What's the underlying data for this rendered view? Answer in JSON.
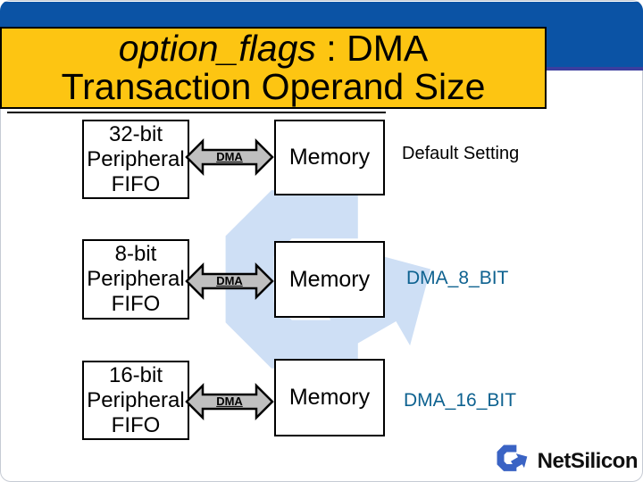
{
  "title": {
    "keyword": "option_flags",
    "suffix": " : DMA",
    "line2": "Transaction Operand Size"
  },
  "rows": [
    {
      "source_box": "32-bit Peripheral FIFO",
      "arrow_label": "DMA",
      "target_box": "Memory",
      "annotation": "Default Setting"
    },
    {
      "source_box": "8-bit Peripheral FIFO",
      "arrow_label": "DMA",
      "target_box": "Memory",
      "annotation": "DMA_8_BIT"
    },
    {
      "source_box": "16-bit Peripheral FIFO",
      "arrow_label": "DMA",
      "target_box": "Memory",
      "annotation": "DMA_16_BIT"
    }
  ],
  "footer": {
    "brand": "NetSilicon"
  },
  "icons": {
    "watermark": "netsilicon-logo",
    "footer_logo": "netsilicon-logo",
    "arrow": "double-headed-arrow"
  },
  "colors": {
    "top_bar": "#0B53A5",
    "top_bar_edge": "#3B3E9F",
    "title_bg": "#FDC512",
    "title_text": "#000000",
    "box_border": "#000000",
    "arrow_fill": "#BFBFBF",
    "annotation_plain": "#000000",
    "annotation_flag_blue": "#0E6290",
    "watermark_blue": "#CEDFF5",
    "logo_blue": "#3A63C4"
  }
}
